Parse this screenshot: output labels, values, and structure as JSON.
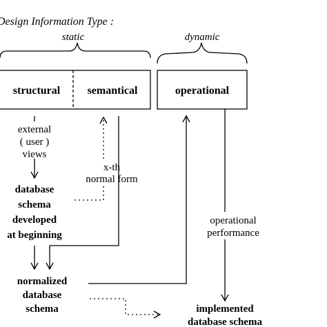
{
  "header": {
    "title": "Design Information Type :",
    "static_label": "static",
    "dynamic_label": "dynamic"
  },
  "boxes": {
    "structural": "structural",
    "semantical": "semantical",
    "operational": "operational"
  },
  "labels": {
    "external_views": [
      "external",
      "( user )",
      "views"
    ],
    "xth_normal_form": [
      "x-th",
      "normal form"
    ],
    "operational_performance": [
      "operational",
      "performance"
    ]
  },
  "nodes": {
    "initial_schema": [
      "database",
      "schema",
      "developed",
      "at beginning"
    ],
    "normalized_schema": [
      "normalized",
      "database",
      "schema"
    ],
    "implemented_schema": [
      "implemented",
      "database schema"
    ]
  },
  "colors": {
    "ink": "#000000",
    "background": "#ffffff"
  }
}
